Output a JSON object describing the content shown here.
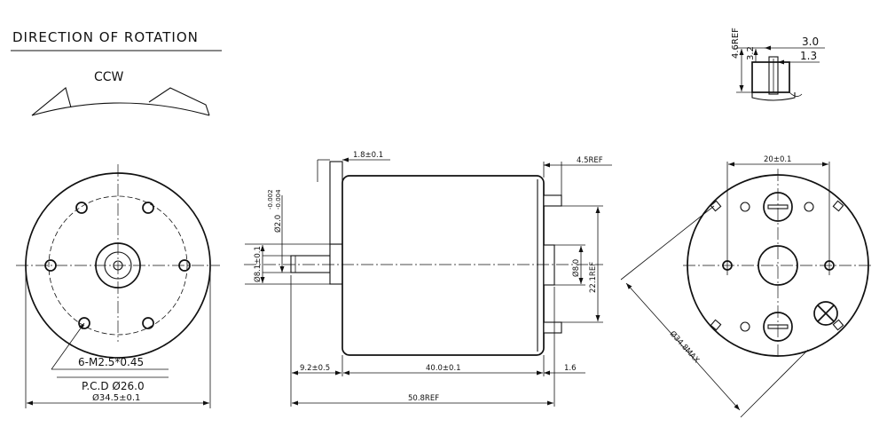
{
  "rotation": {
    "heading": "DIRECTION OF ROTATION",
    "direction": "CCW"
  },
  "front_view": {
    "holes_label": "6-M2.5*0.45",
    "pcd_label": "P.C.D Ø26.0",
    "diameter_label": "Ø34.5±0.1"
  },
  "side_view": {
    "flange_label": "1.8±0.1",
    "terminal_ref_label": "4.5REF",
    "shaft_tol_label": "Ø2.0-0.002-0.004",
    "shaft_tol_upper": "-0.002",
    "shaft_tol_lower": "-0.004",
    "shaft_dia_prefix": "Ø2.0",
    "boss_label": "Ø8.1±0.1",
    "rear_boss_label": "Ø8.0",
    "terminal_span_label": "22.1REF",
    "shaft_len_label": "9.2±0.5",
    "body_len_label": "40.0±0.1",
    "rear_len_label": "1.6",
    "overall_len_label": "50.8REF"
  },
  "rear_view": {
    "hole_span_label": "20±0.1",
    "max_dia_label": "Ø34.8MAX"
  },
  "terminal_detail": {
    "height_ref_label": "4.6REF",
    "height_label": "3.2",
    "width_label": "3.0",
    "slot_label": "1.3"
  }
}
